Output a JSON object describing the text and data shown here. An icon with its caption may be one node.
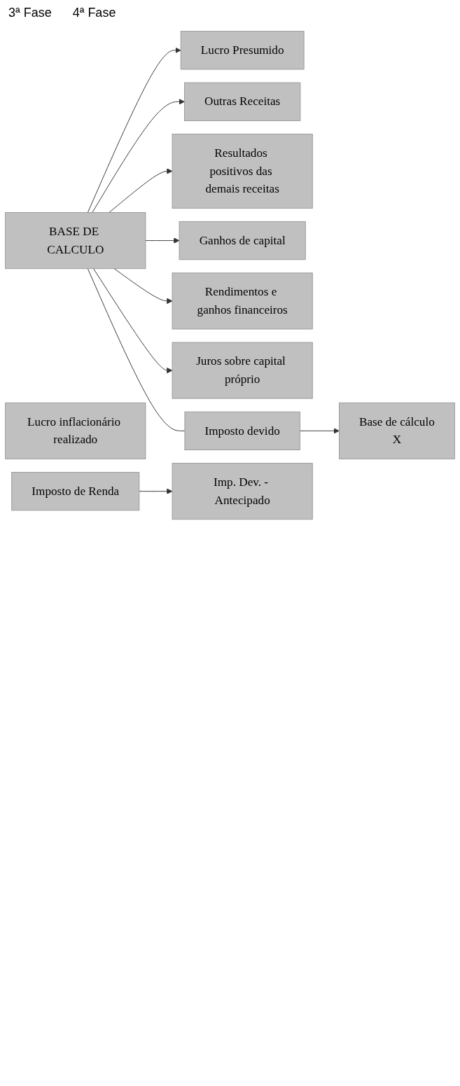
{
  "diagram": {
    "nodes": [
      {
        "text": [
          "BASE DE CALCULO"
        ]
      },
      {
        "text": [
          "Lucro Presumido"
        ]
      },
      {
        "text": [
          "Outras Receitas"
        ]
      },
      {
        "text": [
          "Resultados positivos das demais receitas"
        ]
      },
      {
        "text": [
          "Ganhos de capital"
        ]
      },
      {
        "text": [
          "Rendimentos e ganhos financeiros"
        ]
      },
      {
        "text": [
          "Juros sobre capital próprio"
        ]
      },
      {
        "text": [
          "Imposto devido"
        ]
      },
      {
        "text": [
          "Lucro inflacionário realizado"
        ]
      },
      {
        "text": [
          "Base de cálculo",
          "X"
        ]
      },
      {
        "text": [
          "Imposto de Renda"
        ]
      },
      {
        "text": [
          "Imp. Dev. - Antecipado"
        ]
      }
    ],
    "edges": [
      {
        "from": 0,
        "to": 1,
        "arrow": "to"
      },
      {
        "from": 0,
        "to": 2,
        "arrow": "to"
      },
      {
        "from": 0,
        "to": 3,
        "arrow": "to"
      },
      {
        "from": 0,
        "to": 4,
        "arrow": "to"
      },
      {
        "from": 0,
        "to": 5,
        "arrow": "to"
      },
      {
        "from": 0,
        "to": 6,
        "arrow": "to"
      },
      {
        "from": 0,
        "to": 7,
        "arrow": "none"
      },
      {
        "from": 7,
        "to": 9,
        "arrow": "to"
      },
      {
        "from": 10,
        "to": 11,
        "arrow": "to"
      }
    ],
    "labels": [
      "3ª Fase",
      "4ª Fase"
    ]
  }
}
